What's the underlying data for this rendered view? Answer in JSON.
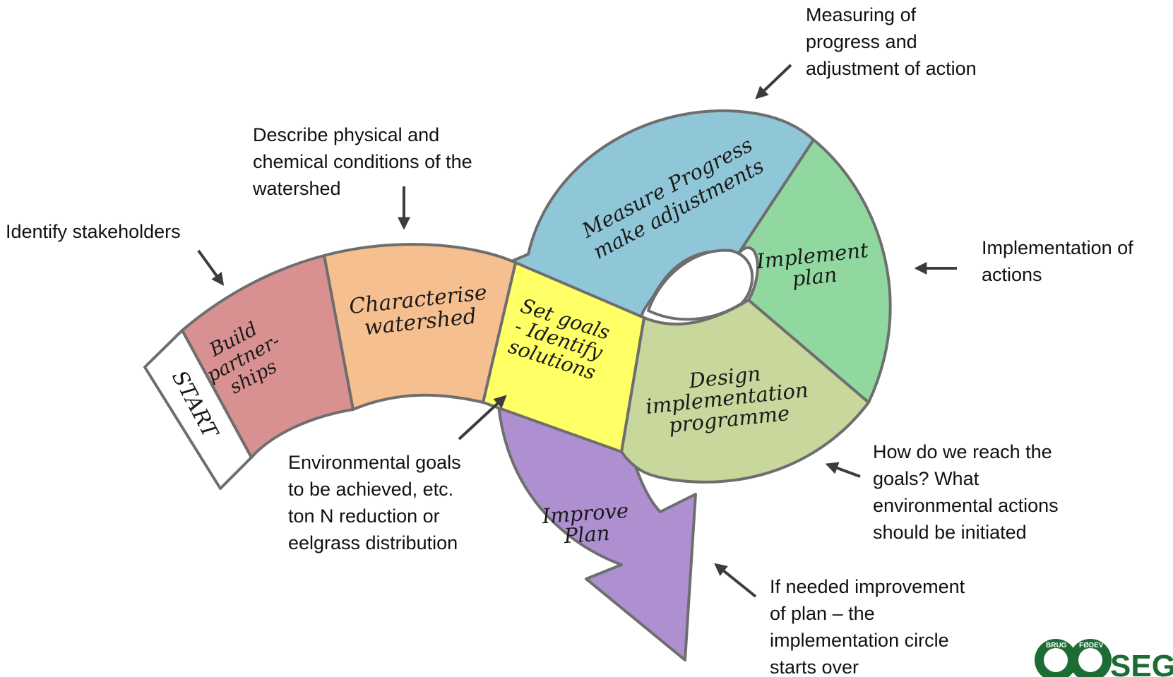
{
  "stages": {
    "start": "START",
    "build_1": "Build",
    "build_2": "partner-",
    "build_3": "ships",
    "characterise_1": "Characterise",
    "characterise_2": "watershed",
    "setgoals_1": "Set goals",
    "setgoals_2": "- Identify",
    "setgoals_3": "solutions",
    "measure_1": "Measure Progress",
    "measure_2": "make adjustments",
    "implement_1": "Implement",
    "implement_2": "plan",
    "design_1": "Design",
    "design_2": "implementation",
    "design_3": "programme",
    "improve_1": "Improve",
    "improve_2": "Plan"
  },
  "annotations": {
    "stakeholders": "Identify stakeholders",
    "describe_1": "Describe physical and",
    "describe_2": "chemical conditions of the",
    "describe_3": "watershed",
    "measuring_1": "Measuring of",
    "measuring_2": "progress and",
    "measuring_3": "adjustment of action",
    "implementation_1": "Implementation of",
    "implementation_2": "actions",
    "env_1": "Environmental goals",
    "env_2": "to be achieved, etc.",
    "env_3": "ton N reduction or",
    "env_4": "eelgrass distribution",
    "how_1": "How do we reach the",
    "how_2": "goals? What",
    "how_3": "environmental actions",
    "how_4": "should be initiated",
    "improve_1": "If needed improvement",
    "improve_2": "of plan – the",
    "improve_3": "implementation circle",
    "improve_4": "starts over"
  },
  "logo": {
    "text": "SEGE",
    "ring_top": "BRUG",
    "ring_top_2": "FØDEV"
  },
  "colors": {
    "start": "#ffffff",
    "build": "#d99090",
    "characterise": "#f6bf90",
    "setgoals": "#ffff66",
    "measure": "#90c7d8",
    "implement": "#90d8a0",
    "design": "#c8d79b",
    "improve": "#ae90d0",
    "outline": "#6e6e6e",
    "logo_green": "#1d6b35"
  }
}
